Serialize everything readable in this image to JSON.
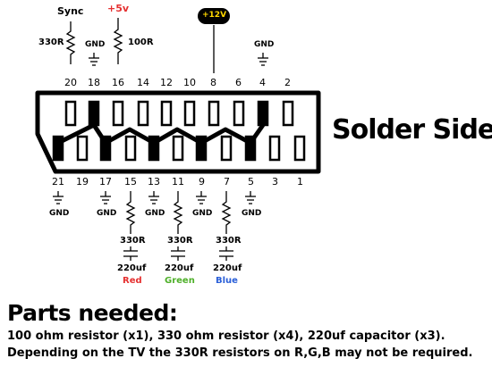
{
  "top_labels": {
    "sync": "Sync",
    "plus5v": "+5v",
    "plus12v": "+12V",
    "gnd_18": "GND",
    "gnd_4": "GND",
    "r_330_top": "330R",
    "r_100": "100R"
  },
  "top_pins": [
    "20",
    "18",
    "16",
    "14",
    "12",
    "10",
    "8",
    "6",
    "4",
    "2"
  ],
  "bottom_pins": [
    "21",
    "19",
    "17",
    "15",
    "13",
    "11",
    "9",
    "7",
    "5",
    "3",
    "1"
  ],
  "bottom_labels": {
    "gnd_21": "GND",
    "gnd_17": "GND",
    "gnd_13": "GND",
    "gnd_9": "GND",
    "gnd_5": "GND",
    "r_red": "330R",
    "r_green": "330R",
    "r_blue": "330R",
    "cap_red": "220uf",
    "cap_green": "220uf",
    "cap_blue": "220uf",
    "color_red": "Red",
    "color_green": "Green",
    "color_blue": "Blue"
  },
  "heading": "Solder Side",
  "parts": {
    "title": "Parts needed:",
    "line1": "100 ohm resistor (x1), 330 ohm resistor (x4), 220uf capacitor (x3).",
    "line2": "Depending on the TV the 330R resistors on R,G,B may not be required."
  },
  "colors": {
    "red": "#e53030",
    "green": "#4fb02a",
    "blue": "#2a5fd8",
    "badge_bg": "#000000",
    "badge_text": "#ffd700"
  }
}
